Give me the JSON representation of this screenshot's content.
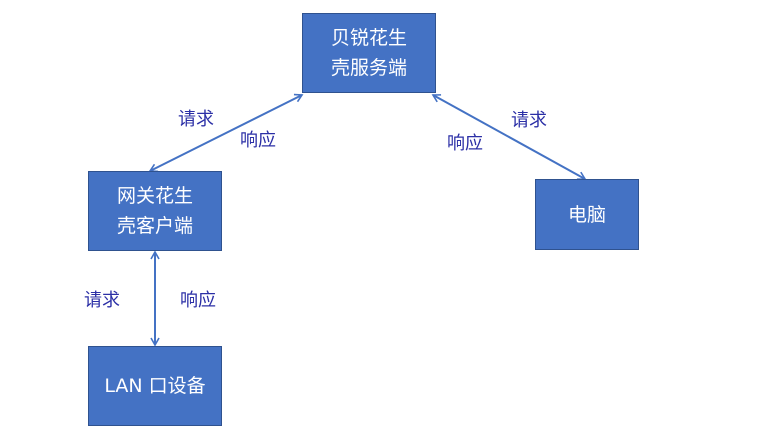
{
  "nodes": {
    "server": {
      "line1": "贝锐花生",
      "line2": "壳服务端"
    },
    "gateway": {
      "line1": "网关花生",
      "line2": "壳客户端"
    },
    "pc": {
      "line1": "电脑"
    },
    "lan": {
      "line1": "LAN 口设备"
    }
  },
  "labels": {
    "gw_server_request": "请求",
    "gw_server_response": "响应",
    "server_pc_response": "响应",
    "server_pc_request": "请求",
    "lan_gw_request": "请求",
    "lan_gw_response": "响应"
  },
  "colors": {
    "box_fill": "#4472c4",
    "box_border": "#2f528f",
    "arrow": "#4472c4",
    "label_text": "#2b2fa6"
  }
}
